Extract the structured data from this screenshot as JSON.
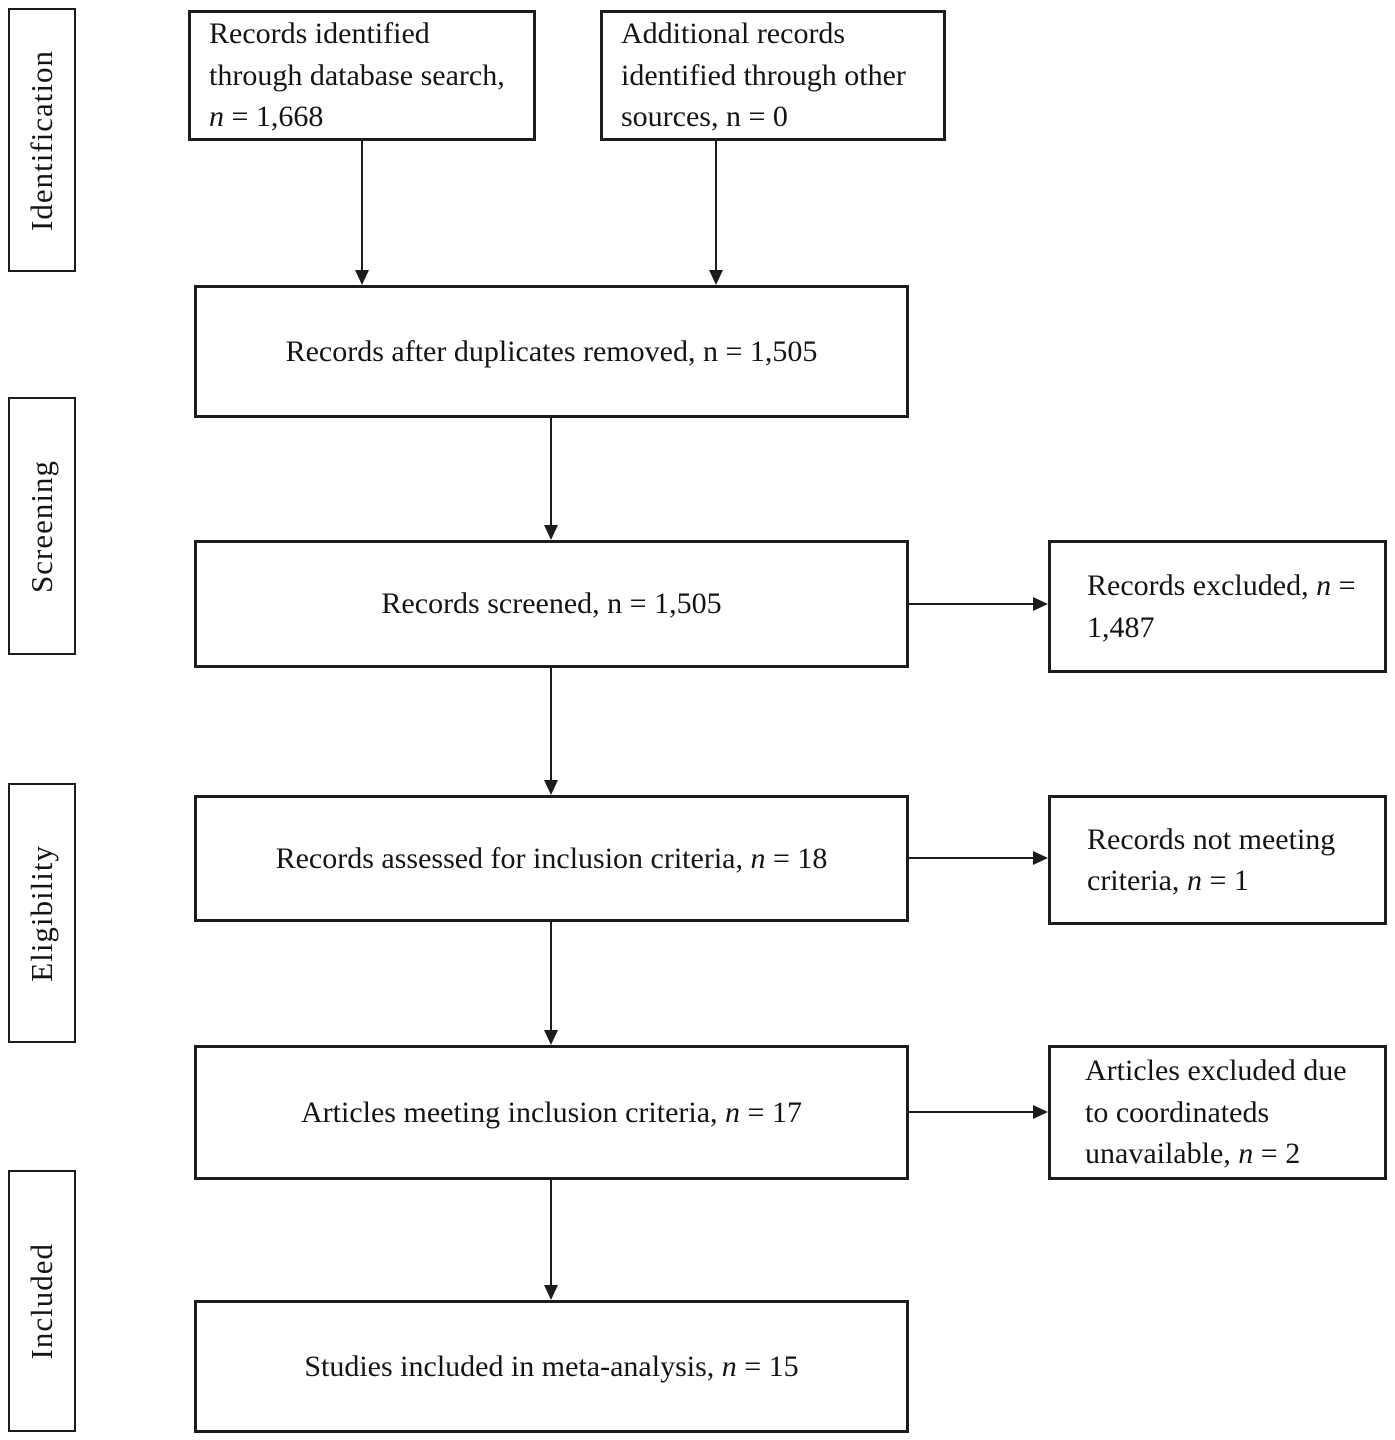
{
  "stages": [
    {
      "label": "Identification"
    },
    {
      "label": "Screening"
    },
    {
      "label": "Eligibility"
    },
    {
      "label": "Included"
    }
  ],
  "boxes": {
    "identified_db": {
      "prefix": "Records identified through database search, ",
      "n": "n",
      "n_class": "italic",
      "suffix": " = 1,668"
    },
    "identified_other": {
      "prefix": "Additional records identified through other sources, ",
      "n": "n",
      "n_class": "upright",
      "suffix": " = 0"
    },
    "after_duplicates": {
      "prefix": "Records after duplicates removed, ",
      "n": "n",
      "n_class": "upright",
      "suffix": " = 1,505"
    },
    "screened": {
      "prefix": "Records screened, ",
      "n": "n",
      "n_class": "upright",
      "suffix": " = 1,505"
    },
    "excluded_screening": {
      "prefix": "Records excluded, ",
      "n": "n",
      "n_class": "italic",
      "suffix": " = 1,487"
    },
    "assessed": {
      "prefix": "Records assessed for inclusion criteria, ",
      "n": "n",
      "n_class": "italic",
      "suffix": " = 18"
    },
    "not_meeting": {
      "prefix": "Records not meeting criteria, ",
      "n": "n",
      "n_class": "italic",
      "suffix": " = 1"
    },
    "meeting": {
      "prefix": "Articles meeting inclusion criteria, ",
      "n": "n",
      "n_class": "italic",
      "suffix": " = 17"
    },
    "excluded_coordinates": {
      "prefix": "Articles excluded due to coordinateds unavailable, ",
      "n": "n",
      "n_class": "italic",
      "suffix": " = 2"
    },
    "included_meta": {
      "prefix": "Studies included in meta-analysis, ",
      "n": "n",
      "n_class": "italic",
      "suffix": " = 15"
    }
  },
  "colors": {
    "line": "#1c1c1c",
    "background": "#ffffff",
    "text": "#141414"
  }
}
